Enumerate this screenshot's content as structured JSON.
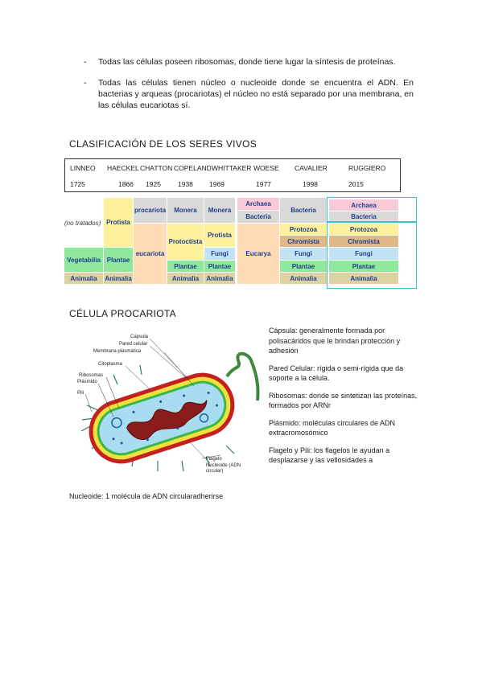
{
  "bullets": [
    "Todas las células poseen ribosomas, donde tiene lugar la síntesis de proteínas.",
    "Todas las células tienen núcleo o nucleoide donde se encuentra el ADN. En bacterias y arqueas (procariotas) el núcleo no está separado por una membrana, en las células eucariotas sí."
  ],
  "bullet_marker": "-",
  "classification_title": "CLASIFICACIÓN DE LOS SERES VIVOS",
  "header": {
    "authors": [
      "LINNEO",
      "HAECKEL",
      "CHATTON",
      "COPELAND",
      "WHITTAKER",
      "WOESE",
      "CAVALIER",
      "RUGGIERO"
    ],
    "years": [
      "1725",
      "1866",
      "1925",
      "1938",
      "1969",
      "1977",
      "1998",
      "2015"
    ]
  },
  "table": {
    "no_tratados": "(no tratados)",
    "linneo": [
      "Vegetabilia",
      "Animalia"
    ],
    "haeckel": [
      "Protista",
      "Plantae",
      "Animalia"
    ],
    "chatton": [
      "procariota",
      "eucariota"
    ],
    "copeland": [
      "Monera",
      "Protoctista",
      "Plantae",
      "Animalia"
    ],
    "whittaker": [
      "Monera",
      "Protista",
      "Fungi",
      "Plantae",
      "Animalia"
    ],
    "woese": [
      "Archaea",
      "Bacteria",
      "Eucarya"
    ],
    "cavalier": [
      "Bacteria",
      "Protozoa",
      "Chromista",
      "Fungi",
      "Plantae",
      "Animalia"
    ],
    "ruggiero": [
      "Archaea",
      "Bacteria",
      "Protozoa",
      "Chromista",
      "Fungi",
      "Plantae",
      "Animalia"
    ]
  },
  "colors": {
    "yellow": "#fdf29b",
    "gray": "#d9d9d9",
    "peach": "#fddcb5",
    "blue": "#c3e3f5",
    "green": "#8fe89b",
    "olive": "#dcd3a2",
    "pink": "#f8c9d6",
    "chromista_bg": "#deb887",
    "highlight": "#37c6cf"
  },
  "cell_title": "CÉLULA PROCARIOTA",
  "diagram_labels": {
    "capsula": "Cápsula",
    "pared": "Pared celular",
    "membrana": "Membrana plasmática",
    "citoplasma": "Citoplasma",
    "ribosomas": "Ribosomas",
    "plasmido": "Plásmido",
    "pili": "Pili",
    "flagelo": "Flagelo",
    "nucleoide1": "Nucleoide (ADN",
    "nucleoide2": "circular)"
  },
  "descriptions": [
    "Cápsula: generalmente formada por polisacáridos que le brindan protección y adhesión",
    "Pared Celular: rígida o semi-rígida que da soporte a la célula.",
    "Ribosomas: donde se sintetizan las proteínas, formados por ARNr",
    "Plásmido: moléculas circulares de ADN extracromosómico",
    "Flagelo y Pili: los flagelos le ayudan a desplazarse y las vellosidades a"
  ],
  "nucleoide_text": "Nucleoide: 1 molécula de ADN circularadherirse"
}
